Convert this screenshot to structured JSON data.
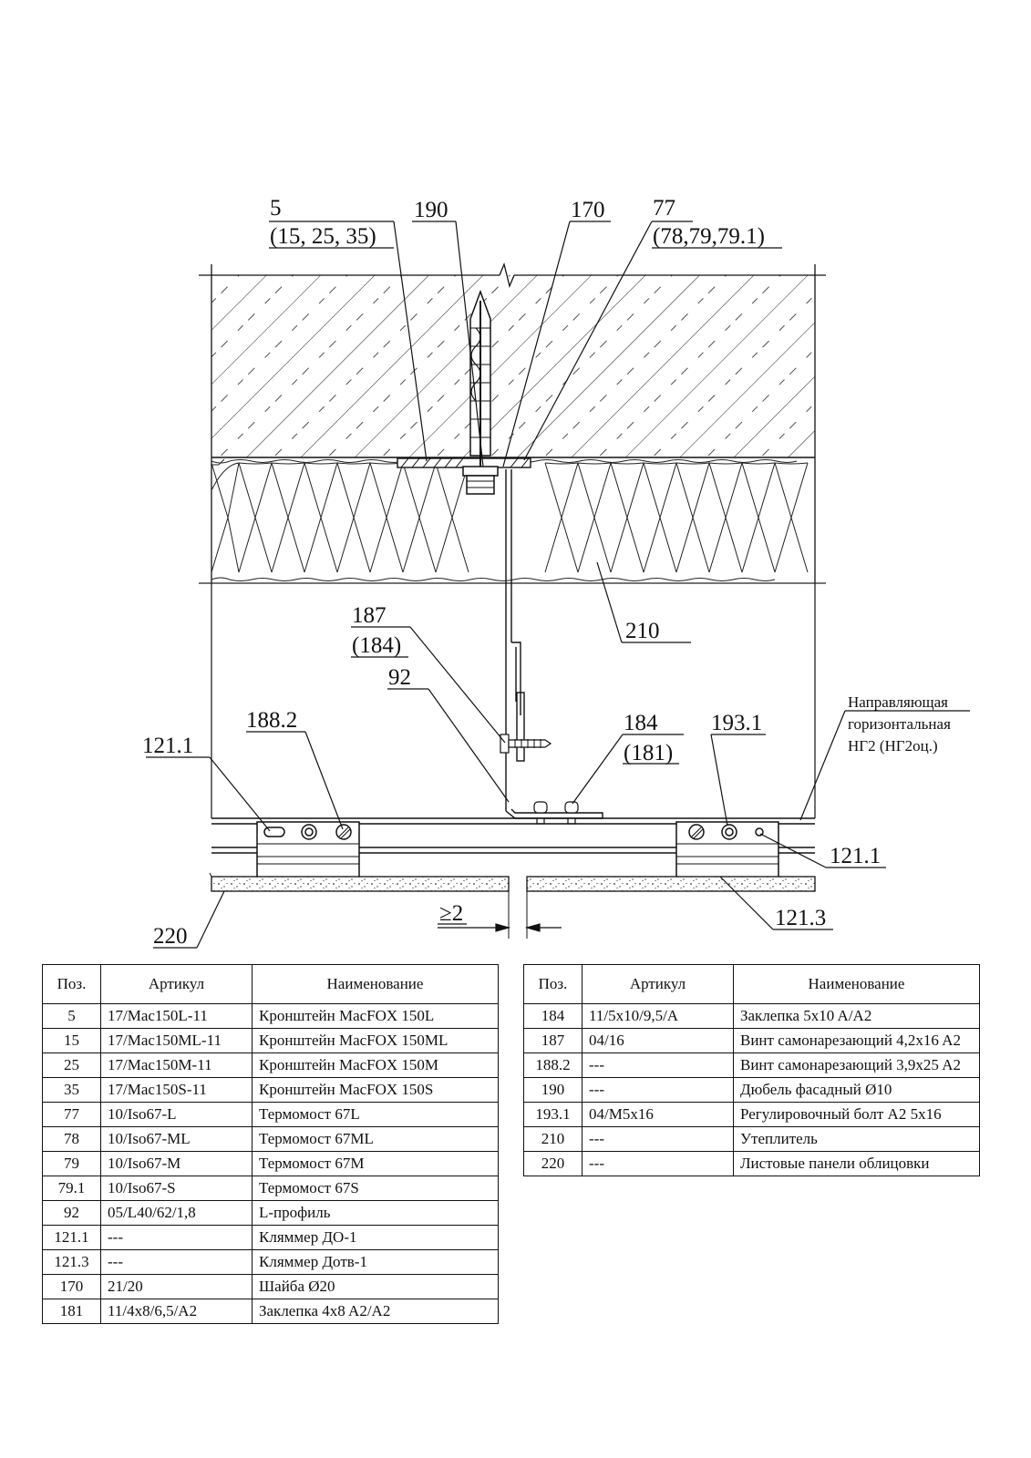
{
  "drawing": {
    "callouts": {
      "c5_main": "5",
      "c5_alt": "(15, 25, 35)",
      "c190": "190",
      "c170": "170",
      "c77_main": "77",
      "c77_alt": "(78,79,79.1)",
      "c210": "210",
      "c187_main": "187",
      "c187_alt": "(184)",
      "c92": "92",
      "c188_2": "188.2",
      "c121_1_left": "121.1",
      "c184_main": "184",
      "c184_alt": "(181)",
      "c193_1": "193.1",
      "c121_1_right": "121.1",
      "c121_3": "121.3",
      "c220": "220",
      "gap_dimension": "≥2"
    },
    "guide_note": [
      "Направляющая",
      "горизонтальная",
      "НГ2 (НГ2оц.)"
    ]
  },
  "spec_left": {
    "headers": [
      "Поз.",
      "Артикул",
      "Наименование"
    ],
    "rows": [
      {
        "pos": "5",
        "article": "17/Mac150L-11",
        "name": "Кронштейн MacFOX 150L"
      },
      {
        "pos": "15",
        "article": "17/Mac150ML-11",
        "name": "Кронштейн MacFOX 150ML"
      },
      {
        "pos": "25",
        "article": "17/Mac150M-11",
        "name": "Кронштейн MacFOX 150M"
      },
      {
        "pos": "35",
        "article": "17/Mac150S-11",
        "name": "Кронштейн MacFOX 150S"
      },
      {
        "pos": "77",
        "article": "10/Iso67-L",
        "name": "Термомост 67L"
      },
      {
        "pos": "78",
        "article": "10/Iso67-ML",
        "name": "Термомост 67ML"
      },
      {
        "pos": "79",
        "article": "10/Iso67-M",
        "name": "Термомост 67M"
      },
      {
        "pos": "79.1",
        "article": "10/Iso67-S",
        "name": "Термомост 67S"
      },
      {
        "pos": "92",
        "article": "05/L40/62/1,8",
        "name": "L-профиль"
      },
      {
        "pos": "121.1",
        "article": "---",
        "name": "Кляммер ДО-1"
      },
      {
        "pos": "121.3",
        "article": "---",
        "name": "Кляммер Дотв-1"
      },
      {
        "pos": "170",
        "article": "21/20",
        "name": "Шайба Ø20"
      },
      {
        "pos": "181",
        "article": "11/4x8/6,5/A2",
        "name": "Заклепка 4x8 A2/A2"
      }
    ]
  },
  "spec_right": {
    "headers": [
      "Поз.",
      "Артикул",
      "Наименование"
    ],
    "rows": [
      {
        "pos": "184",
        "article": "11/5x10/9,5/A",
        "name": "Заклепка 5x10 A/A2"
      },
      {
        "pos": "187",
        "article": "04/16",
        "name": "Винт самонарезающий 4,2x16 A2"
      },
      {
        "pos": "188.2",
        "article": "---",
        "name": "Винт самонарезающий 3,9x25 A2"
      },
      {
        "pos": "190",
        "article": "---",
        "name": "Дюбель фасадный Ø10"
      },
      {
        "pos": "193.1",
        "article": "04/M5x16",
        "name": "Регулировочный болт A2 5x16"
      },
      {
        "pos": "210",
        "article": "---",
        "name": "Утеплитель"
      },
      {
        "pos": "220",
        "article": "---",
        "name": "Листовые панели облицовки"
      }
    ]
  }
}
